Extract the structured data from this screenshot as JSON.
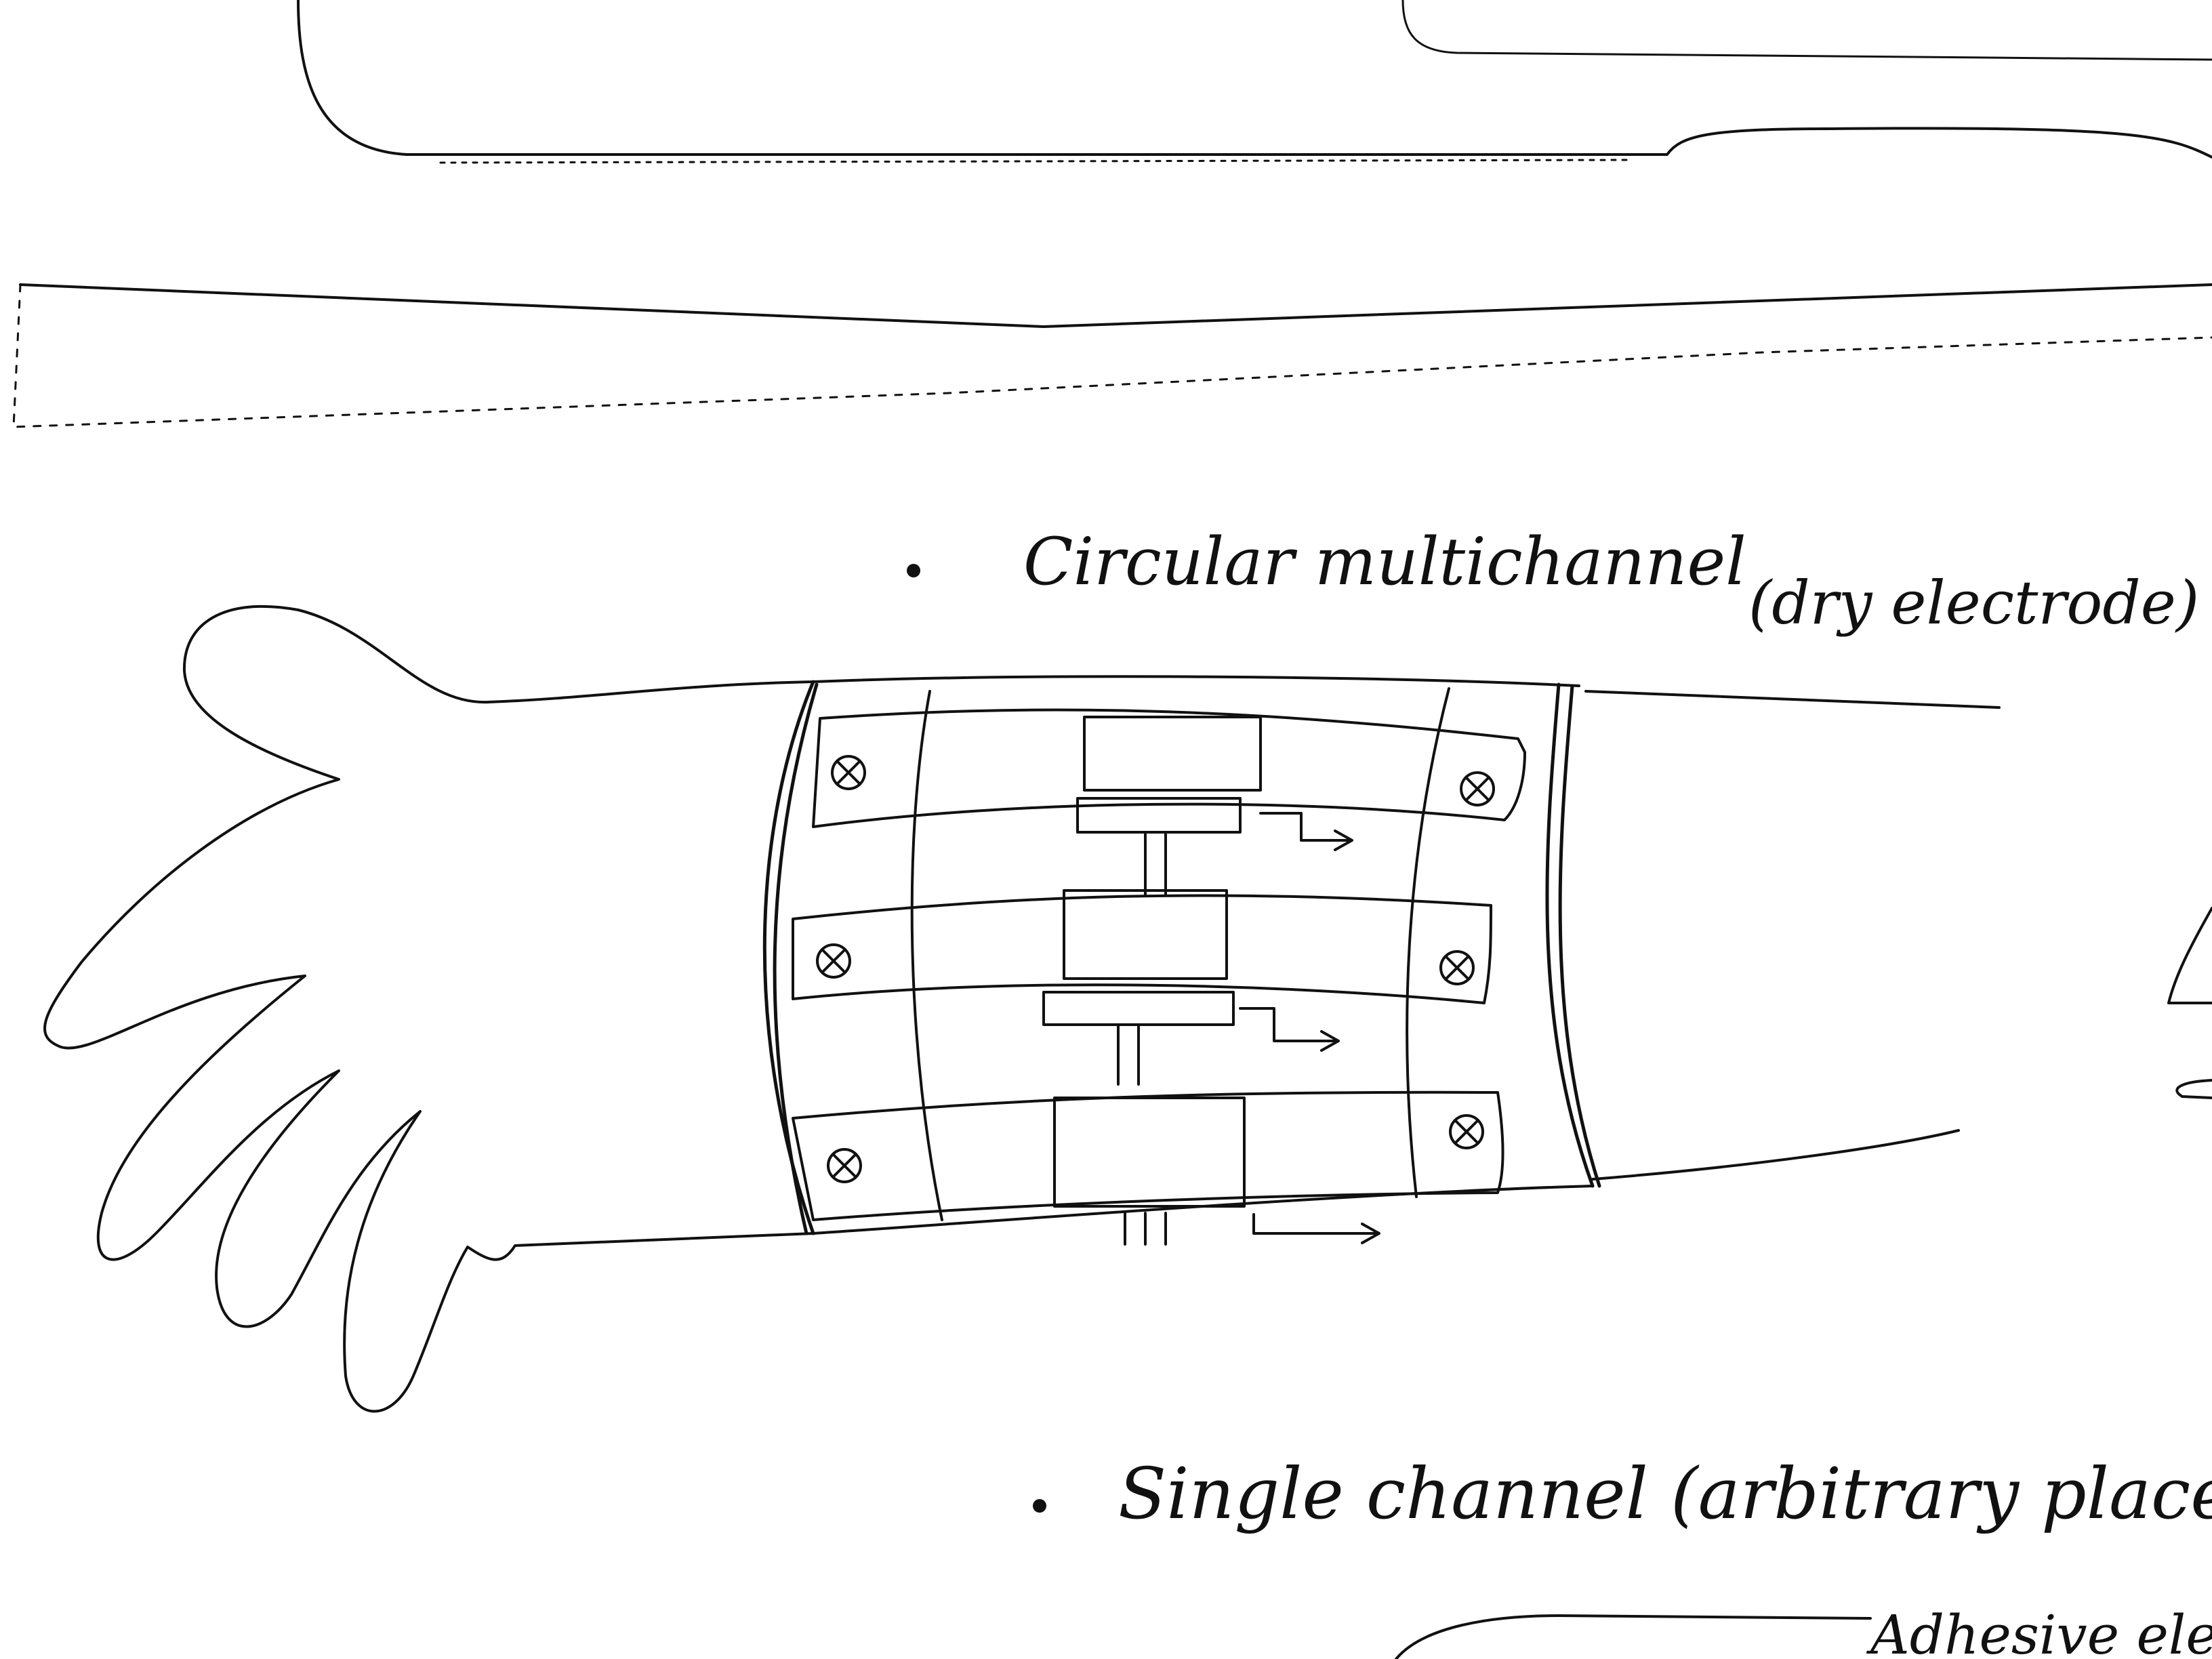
{
  "notes": {
    "heading_multichannel": "Circular multichannel",
    "heading_multichannel_sub": "(dry electrode)",
    "heading_single": "Single channel (arbitrary placement",
    "footer_partial": "Adhesive electr"
  },
  "electrode_marker_symbol": "⊗",
  "colors": {
    "ink": "#111111",
    "paper": "#ffffff"
  }
}
